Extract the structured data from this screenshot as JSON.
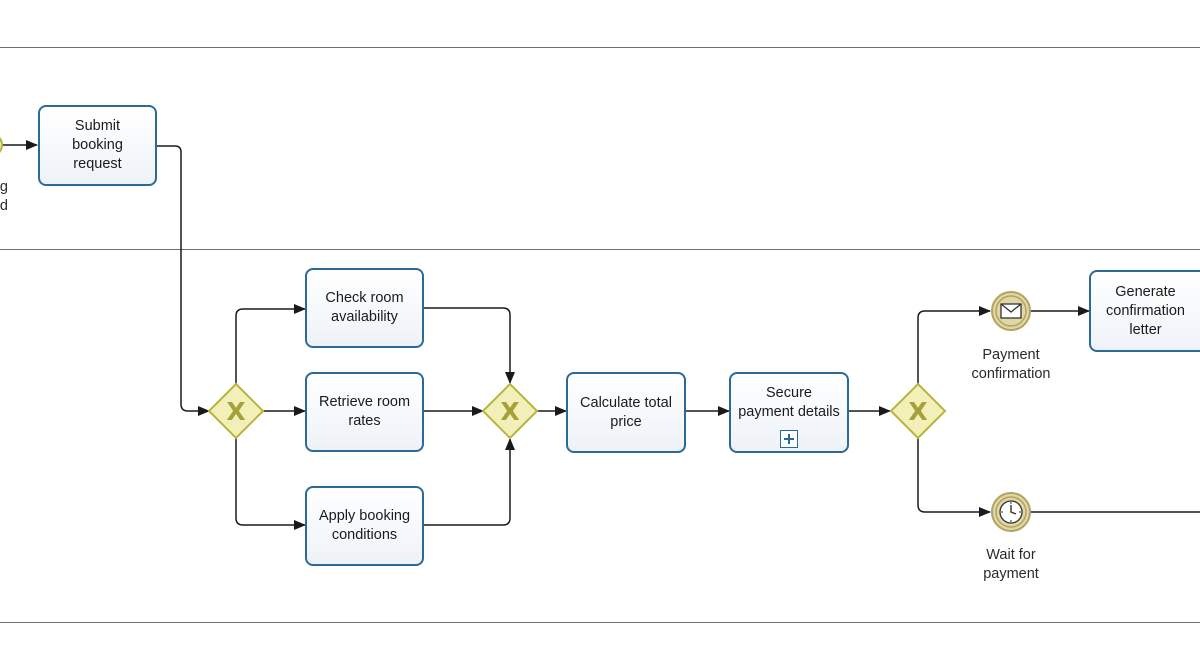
{
  "diagram": {
    "tasks": {
      "submit": "Submit\nbooking\nrequest",
      "check": "Check room\navailability",
      "retrieve": "Retrieve room\nrates",
      "apply": "Apply booking\nconditions",
      "calculate": "Calculate total\nprice",
      "secure": "Secure\npayment details",
      "generate": "Generate\nconfirmation\nletter"
    },
    "events": {
      "start_label_fragment": "g\nd",
      "payment_confirmation": "Payment\nconfirmation",
      "wait_for_payment": "Wait for\npayment"
    },
    "gateway_symbol": "X",
    "colors": {
      "task_border": "#2c6a96",
      "gateway_fill": "#f2f0b8",
      "gateway_stroke": "#b8b43c",
      "event_fill": "#e0d6a6",
      "event_stroke": "#b1a460",
      "flow": "#1a1a1a",
      "lane_border": "#6f6f6f"
    },
    "icons": {
      "message_event": "envelope-icon",
      "timer_event": "clock-icon",
      "subprocess_marker": "plus-icon"
    }
  }
}
